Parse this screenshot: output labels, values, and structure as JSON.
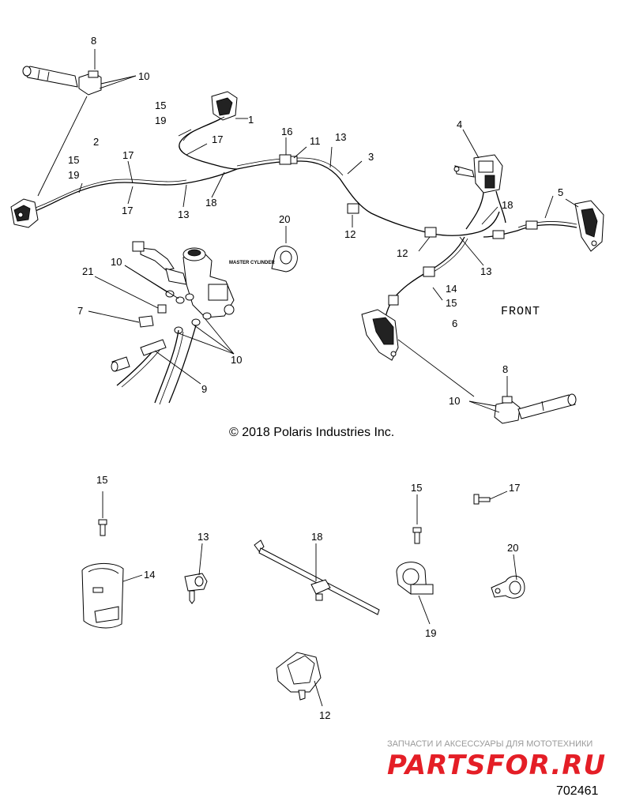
{
  "callouts": {
    "c1": "1",
    "c2": "2",
    "c3": "3",
    "c4": "4",
    "c5": "5",
    "c6": "6",
    "c7": "7",
    "c8a": "8",
    "c8b": "8",
    "c9": "9",
    "c10a": "10",
    "c10b": "10",
    "c10c": "10",
    "c10d": "10",
    "c11": "11",
    "c12a": "12",
    "c12b": "12",
    "c12c": "12",
    "c13a": "13",
    "c13b": "13",
    "c13c": "13",
    "c13d": "13",
    "c14a": "14",
    "c14b": "14",
    "c15a": "15",
    "c15b": "15",
    "c15c": "15",
    "c15d": "15",
    "c15e": "15",
    "c16": "16",
    "c17a": "17",
    "c17b": "17",
    "c17c": "17",
    "c17d": "17",
    "c18a": "18",
    "c18b": "18",
    "c18c": "18",
    "c19a": "19",
    "c19b": "19",
    "c19c": "19",
    "c20a": "20",
    "c20b": "20",
    "c21": "21"
  },
  "labels": {
    "master_cylinder": "MASTER CYLINDER",
    "front": "FRONT"
  },
  "copyright": "© 2018 Polaris Industries Inc.",
  "watermark": {
    "tagline": "ЗАПЧАСТИ И АКСЕССУАРЫ ДЛЯ МОТОТЕХНИКИ",
    "logo": "PARTSFOR.RU"
  },
  "figure_number": "702461"
}
